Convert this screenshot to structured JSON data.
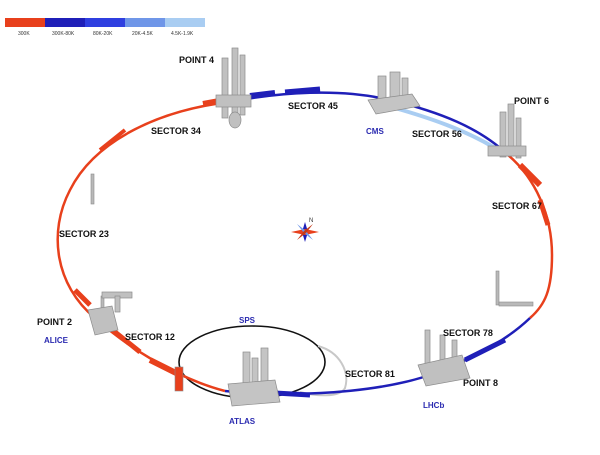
{
  "legend": {
    "items": [
      {
        "label": "300K",
        "color": "#e8401c"
      },
      {
        "label": "300K-80K",
        "color": "#1f1fb8"
      },
      {
        "label": "80K-20K",
        "color": "#2f3fe0"
      },
      {
        "label": "20K-4.5K",
        "color": "#6f96e8"
      },
      {
        "label": "4.5K-1.9K",
        "color": "#a9cdf2"
      }
    ]
  },
  "points": {
    "p4": "POINT 4",
    "p6": "POINT 6",
    "p2": "POINT 2",
    "p8": "POINT 8"
  },
  "sectors": {
    "s45": "SECTOR 45",
    "s34": "SECTOR 34",
    "s56": "SECTOR 56",
    "s67": "SECTOR 67",
    "s23": "SECTOR 23",
    "s12": "SECTOR 12",
    "s78": "SECTOR 78",
    "s81": "SECTOR 81"
  },
  "experiments": {
    "cms": "CMS",
    "alice": "ALICE",
    "atlas": "ATLAS",
    "lhcb": "LHCb",
    "sps": "SPS"
  },
  "colors": {
    "warm": "#e8401c",
    "cold": "#1f1fb8",
    "light": "#a9cdf2",
    "experiment_text": "#2a2ab0",
    "structure": "#b9b9b9"
  }
}
